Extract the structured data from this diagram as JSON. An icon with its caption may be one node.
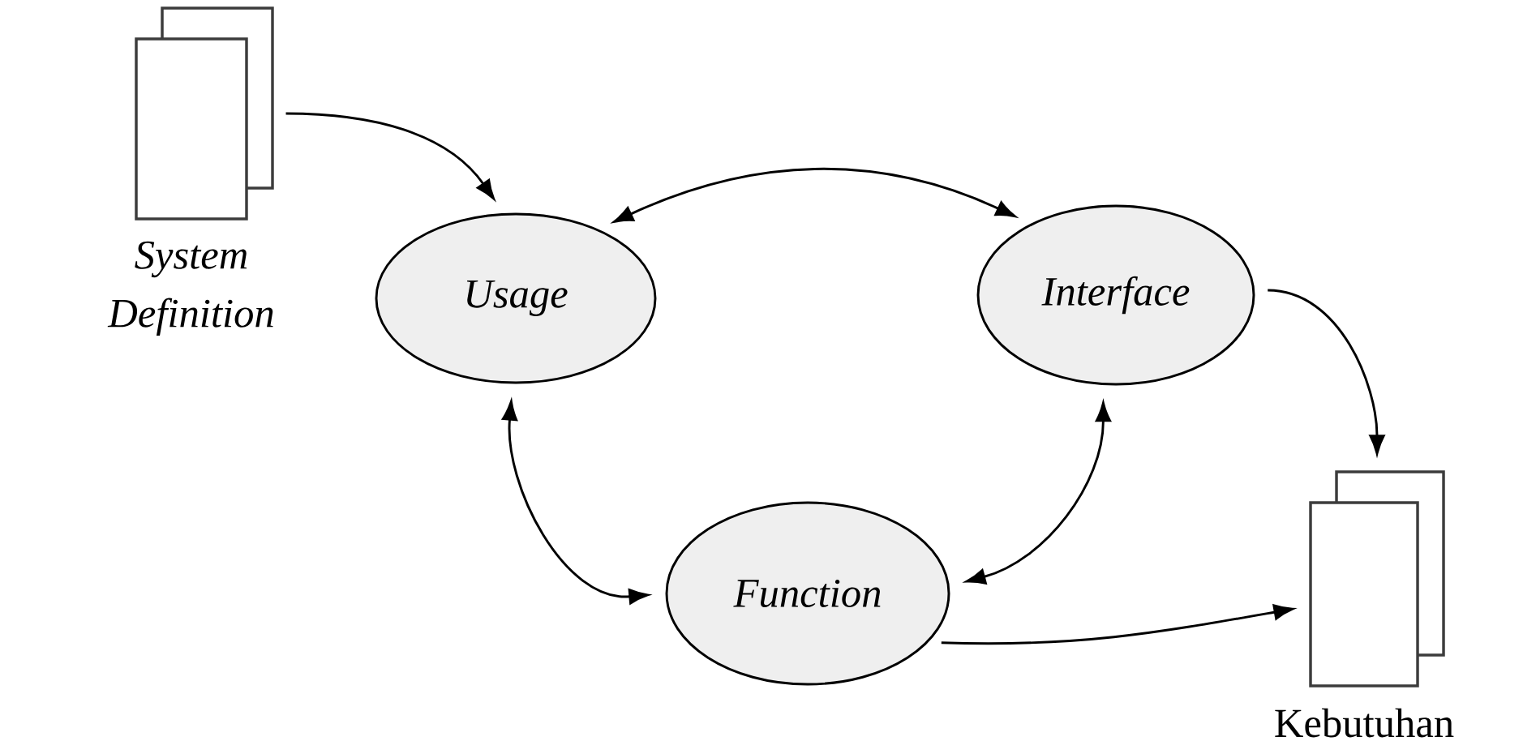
{
  "diagram": {
    "nodes": [
      {
        "text": [
          "System Definition"
        ]
      },
      {
        "text": [
          "Usage"
        ]
      },
      {
        "text": [
          "Interface"
        ]
      },
      {
        "text": [
          "Function"
        ]
      },
      {
        "text": [
          "Kebutuhan"
        ]
      }
    ],
    "edges": [
      {
        "from": 0,
        "to": 1,
        "arrow": "to"
      },
      {
        "from": 1,
        "to": 2,
        "arrow": "both"
      },
      {
        "from": 1,
        "to": 3,
        "arrow": "both"
      },
      {
        "from": 3,
        "to": 2,
        "arrow": "both"
      },
      {
        "from": 2,
        "to": 4,
        "arrow": "to"
      },
      {
        "from": 3,
        "to": 4,
        "arrow": "to"
      }
    ]
  }
}
